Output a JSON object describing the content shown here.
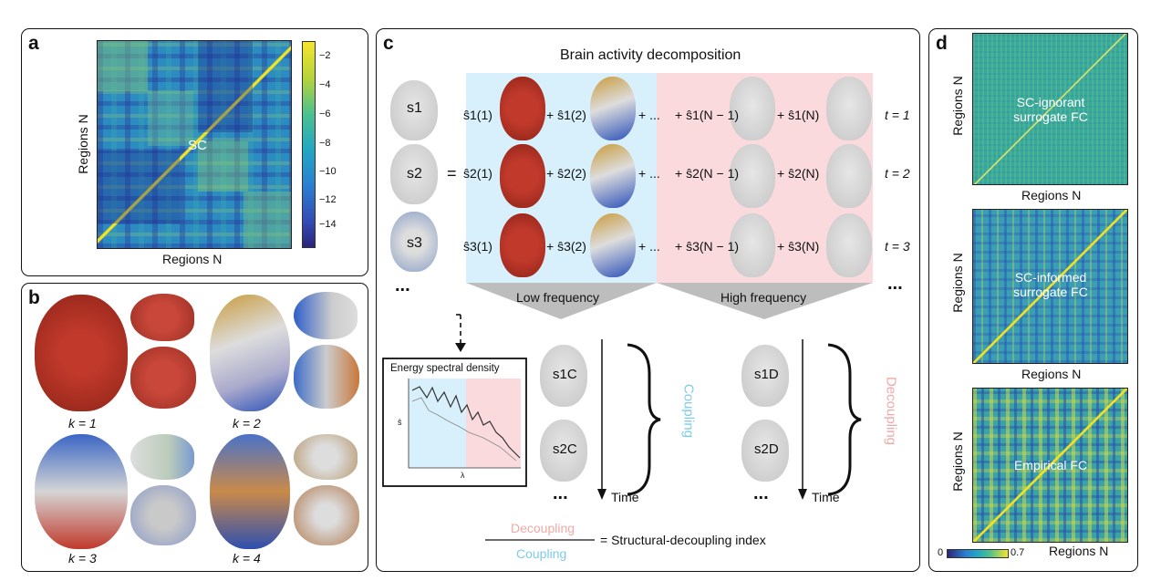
{
  "panel_a": {
    "label": "a",
    "matrix_label": "SC",
    "ylabel": "Regions N",
    "xlabel": "Regions N",
    "colorbar_ticks": [
      "−2",
      "−4",
      "−6",
      "−8",
      "−10",
      "−12",
      "−14"
    ],
    "colors": {
      "low": "#2b2e8f",
      "mid": "#2aa6b8",
      "high": "#f2e224"
    }
  },
  "panel_b": {
    "label": "b",
    "modes": [
      "k = 1",
      "k = 2",
      "k = 3",
      "k = 4"
    ]
  },
  "panel_c": {
    "label": "c",
    "title": "Brain activity decomposition",
    "signals": [
      "s1",
      "s2",
      "s3"
    ],
    "equals": "=",
    "rows": [
      {
        "t1": "ŝ1(1)",
        "t2": "+ ŝ1(2)",
        "dots": "+ ...",
        "t3": "+ ŝ1(N − 1)",
        "t4": "+ ŝ1(N)",
        "time": "t = 1"
      },
      {
        "t1": "ŝ2(1)",
        "t2": "+ ŝ2(2)",
        "dots": "+ ...",
        "t3": "+ ŝ2(N − 1)",
        "t4": "+ ŝ2(N)",
        "time": "t = 2"
      },
      {
        "t1": "ŝ3(1)",
        "t2": "+ ŝ3(2)",
        "dots": "+ ...",
        "t3": "+ ŝ3(N − 1)",
        "t4": "+ ŝ3(N)",
        "time": "t = 3"
      }
    ],
    "ellipsis": "...",
    "low_label": "Low frequency",
    "high_label": "High frequency",
    "esd_title": "Energy spectral density",
    "esd_x": "λ",
    "esd_y": "ŝ",
    "coupled": [
      "s1C",
      "s2C"
    ],
    "decoupled": [
      "s1D",
      "s2D"
    ],
    "coupling": "Coupling",
    "decoupling": "Decoupling",
    "time": "Time",
    "frac_top": "Decoupling",
    "frac_bottom": "Coupling",
    "frac_eq": "= Structural-decoupling index",
    "colors": {
      "low_bg": "#d8f0fb",
      "high_bg": "#fadadd",
      "coupling": "#7fcbe8",
      "decoupling": "#f0a8a8",
      "arrow": "#bdbdbd"
    }
  },
  "panel_d": {
    "label": "d",
    "matrices": [
      {
        "label": "SC-ignorant surrogate FC",
        "ylabel": "Regions N",
        "xlabel": "Regions N"
      },
      {
        "label": "SC-informed surrogate FC",
        "ylabel": "Regions N",
        "xlabel": "Regions N"
      },
      {
        "label": "Empirical FC",
        "ylabel": "Regions N",
        "xlabel": "Regions N"
      }
    ],
    "cb_min": "0",
    "cb_max": "0.7"
  }
}
